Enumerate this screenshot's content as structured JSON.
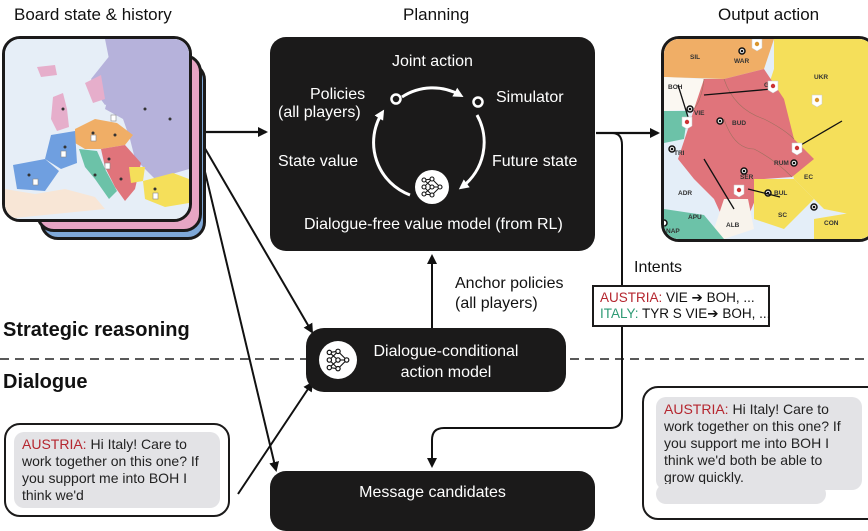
{
  "headings": {
    "board_state": "Board state & history",
    "planning": "Planning",
    "output_action": "Output action"
  },
  "sections": {
    "strategic": "Strategic reasoning",
    "dialogue": "Dialogue"
  },
  "planning_box": {
    "joint_action": "Joint action",
    "policies": "Policies",
    "policies_sub": "(all players)",
    "simulator": "Simulator",
    "state_value": "State value",
    "future_state": "Future state",
    "value_model": "Dialogue-free value model (from RL)",
    "icon": "neural-network-icon"
  },
  "anchor": {
    "line1": "Anchor policies",
    "line2": "(all players)"
  },
  "action_model": {
    "line1": "Dialogue-conditional",
    "line2": "action model",
    "icon": "neural-network-icon"
  },
  "intents": {
    "label": "Intents",
    "rows": [
      {
        "speaker": "AUSTRIA:",
        "text": " VIE ➔ BOH, ...",
        "color": "#b5262f"
      },
      {
        "speaker": "ITALY:",
        "text": " TYR S VIE➔ BOH, ...",
        "color": "#2e9a74"
      }
    ]
  },
  "message_candidates": {
    "title": "Message candidates"
  },
  "chat_left": {
    "speaker": "AUSTRIA:",
    "speaker_color": "#b5262f",
    "text": " Hi Italy! Care to work together on this one? If you support me into BOH I think we'd"
  },
  "chat_right": {
    "speaker": "AUSTRIA:",
    "speaker_color": "#b5262f",
    "text": " Hi Italy! Care to work together on this one? If you support me into BOH I think we'd both be able to grow quickly."
  },
  "output_map": {
    "territories": [
      "SIL",
      "WAR",
      "UKR",
      "BOH",
      "GAL",
      "VIE",
      "BUD",
      "TRI",
      "RUM",
      "SER",
      "EC",
      "ADR",
      "BUL",
      "SC",
      "APU",
      "ALB",
      "NAP",
      "CON"
    ]
  },
  "colors": {
    "austria_red": "#b5262f",
    "italy_green": "#2e9a74",
    "box_black": "#1b1a1a"
  }
}
